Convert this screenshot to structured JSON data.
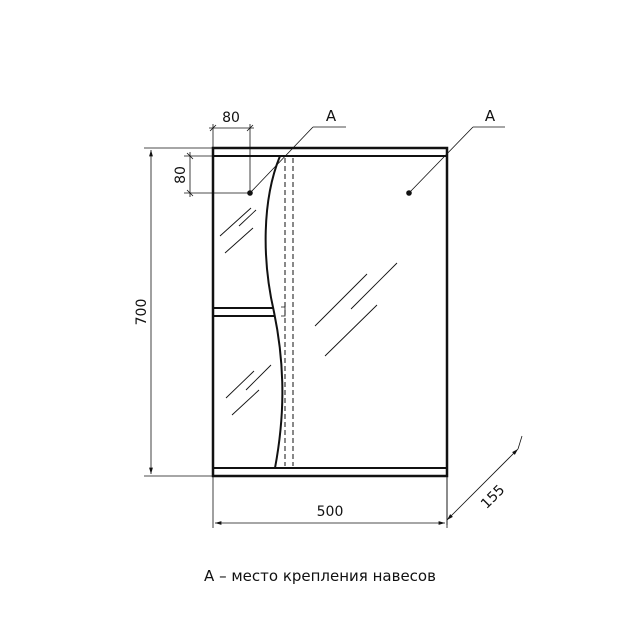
{
  "dimensions": {
    "hook_offset_x": "80",
    "hook_offset_y": "80",
    "height": "700",
    "width": "500",
    "depth": "155"
  },
  "callouts": {
    "left": "A",
    "right": "A"
  },
  "caption": "A – место крепления навесов"
}
